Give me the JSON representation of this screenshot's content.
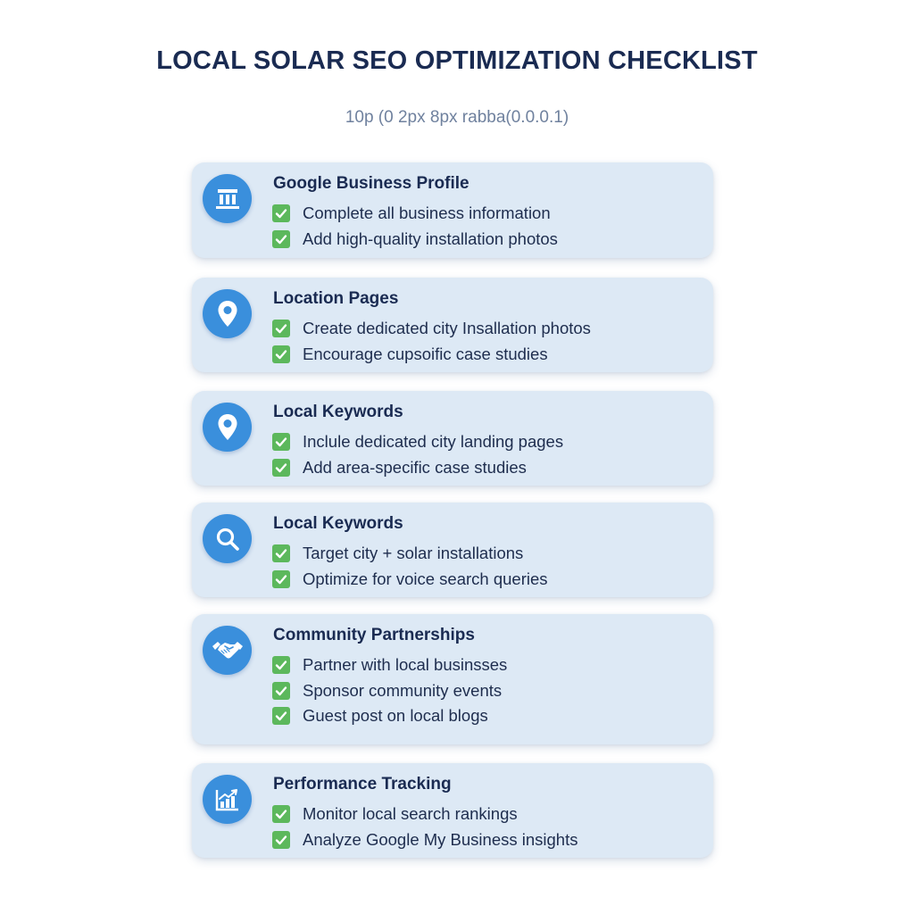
{
  "title": "LOCAL SOLAR SEO OPTIMIZATION CHECKLIST",
  "subtitle": "10p (0 2px 8px rabba(0.0.0.1)",
  "colors": {
    "title": "#1a2b52",
    "card_bg": "#dde9f5",
    "icon_bg": "#3a8fdc",
    "check_bg": "#5cb85c"
  },
  "sections": [
    {
      "title": "Google Business Profile",
      "icon": "building-icon",
      "items": [
        {
          "label": "Complete all business information",
          "checked": true
        },
        {
          "label": "Add high-quality installation photos",
          "checked": true
        }
      ]
    },
    {
      "title": "Location Pages",
      "icon": "map-pin-icon",
      "items": [
        {
          "label": "Create dedicated city Insallation photos",
          "checked": true
        },
        {
          "label": "Encourage cupsoific case studies",
          "checked": true
        }
      ]
    },
    {
      "title": "Local Keywords",
      "icon": "map-pin-icon",
      "items": [
        {
          "label": "Inclule dedicated city landing pages",
          "checked": true
        },
        {
          "label": "Add area-specific case studies",
          "checked": true
        }
      ]
    },
    {
      "title": "Local Keywords",
      "icon": "search-icon",
      "items": [
        {
          "label": "Target city + solar installations",
          "checked": true
        },
        {
          "label": "Optimize for voice search queries",
          "checked": true
        }
      ]
    },
    {
      "title": "Community Partnerships",
      "icon": "handshake-icon",
      "items": [
        {
          "label": "Partner with local businsses",
          "checked": true
        },
        {
          "label": "Sponsor community events",
          "checked": true
        },
        {
          "label": "Guest post on local blogs",
          "checked": true
        }
      ]
    },
    {
      "title": "Performance Tracking",
      "icon": "chart-icon",
      "items": [
        {
          "label": "Monitor local search rankings",
          "checked": true
        },
        {
          "label": "Analyze Google My Business insights",
          "checked": true
        }
      ]
    }
  ]
}
